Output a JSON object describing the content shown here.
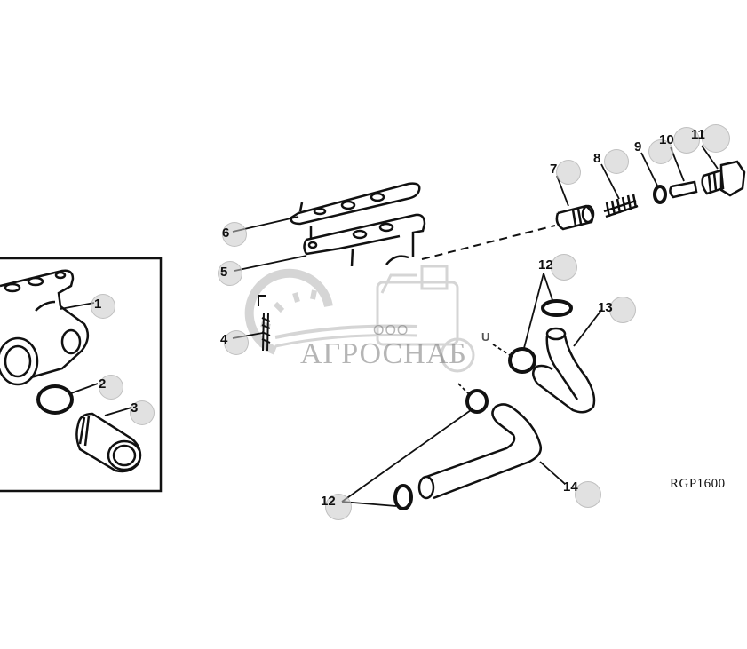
{
  "diagram": {
    "type": "exploded-parts-diagram",
    "reference_code": "RGP1600",
    "watermark": {
      "prefix": "ООО",
      "name": "АГРОСНАБ"
    },
    "callouts": [
      {
        "id": "1",
        "label": "1",
        "part": "housing with mounting bracket (inset)"
      },
      {
        "id": "2",
        "label": "2",
        "part": "O-ring (inset)"
      },
      {
        "id": "3",
        "label": "3",
        "part": "fitting / sleeve (inset)"
      },
      {
        "id": "4",
        "label": "4",
        "part": "cap screw"
      },
      {
        "id": "5",
        "label": "5",
        "part": "mounting bracket plate"
      },
      {
        "id": "6",
        "label": "6",
        "part": "gasket"
      },
      {
        "id": "7",
        "label": "7",
        "part": "valve / fitting"
      },
      {
        "id": "8",
        "label": "8",
        "part": "spring"
      },
      {
        "id": "9",
        "label": "9",
        "part": "washer"
      },
      {
        "id": "10",
        "label": "10",
        "part": "pin"
      },
      {
        "id": "11",
        "label": "11",
        "part": "plug"
      },
      {
        "id": "12",
        "label": "12",
        "part": "O-ring (upper)"
      },
      {
        "id": "13",
        "label": "13",
        "part": "tube / hose (upper)"
      },
      {
        "id": "12b",
        "label": "12",
        "part": "O-ring (lower)"
      },
      {
        "id": "14",
        "label": "14",
        "part": "tube / hose (lower)"
      }
    ],
    "annotations": {
      "U_marker": "U"
    }
  }
}
